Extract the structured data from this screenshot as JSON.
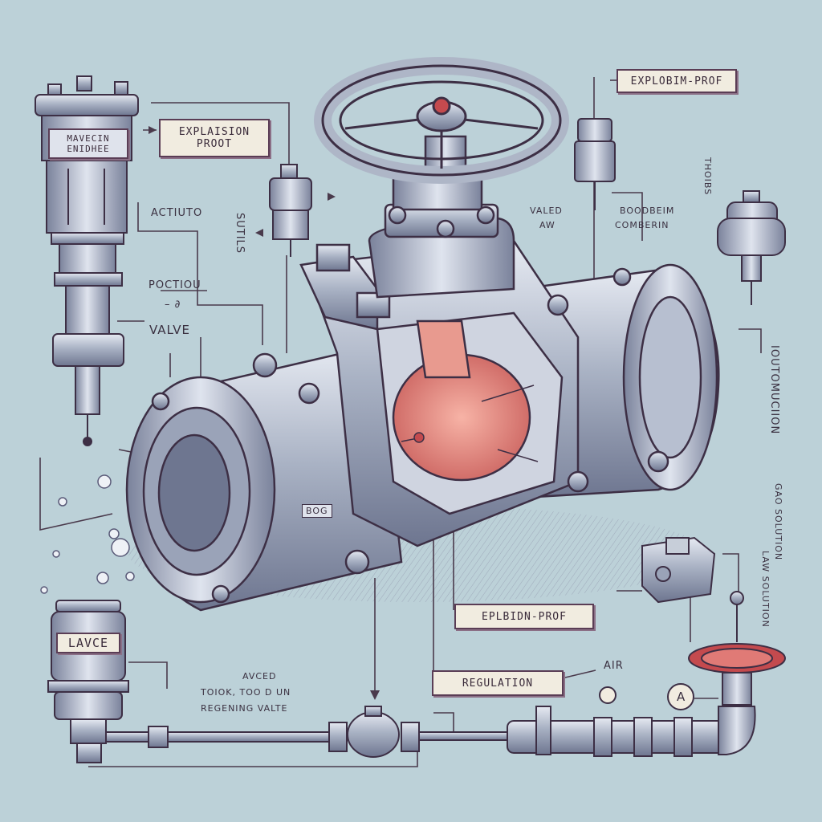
{
  "labels": {
    "explosion_proof_top": [
      "EXPLAISION",
      "PROOT"
    ],
    "explosion_proof_right": "EXPLOBIM-PROF",
    "explosion_proof_bottom": "EPLBIDN-PROF",
    "regulation": "REGULATION",
    "actuator": "ACTIUTO",
    "position": "POCTIOU",
    "position_sub": "– ∂",
    "valve": "VALVE",
    "sutils": "SUTILS",
    "valve_mid": [
      "VALED",
      "AW"
    ],
    "body_top_right": [
      "BOODBEIM",
      "COMBERIN"
    ],
    "thoibs": "THOIBS",
    "sourmotion": "IOUTOMUCIION",
    "gao_solution": "GAO SOLUTION",
    "law_solution": "LAW SOLUTION",
    "air": "AIR",
    "avced_block": [
      "AVCED",
      "TOIOK, TOO  D  UN",
      "REGENING VALTE"
    ],
    "lavce": "LAVCE",
    "a_marker": "A",
    "cap_lettering": [
      "MAVECIN",
      "ENIDHEE"
    ],
    "body_tag": "BOG"
  },
  "colors": {
    "background": "#bcd1d8",
    "metal": "#aab3c4",
    "ink": "#3d2f45",
    "core": "#e07d74",
    "handwheel_red": "#c44a4e",
    "label_fill": "#f1ece0"
  }
}
